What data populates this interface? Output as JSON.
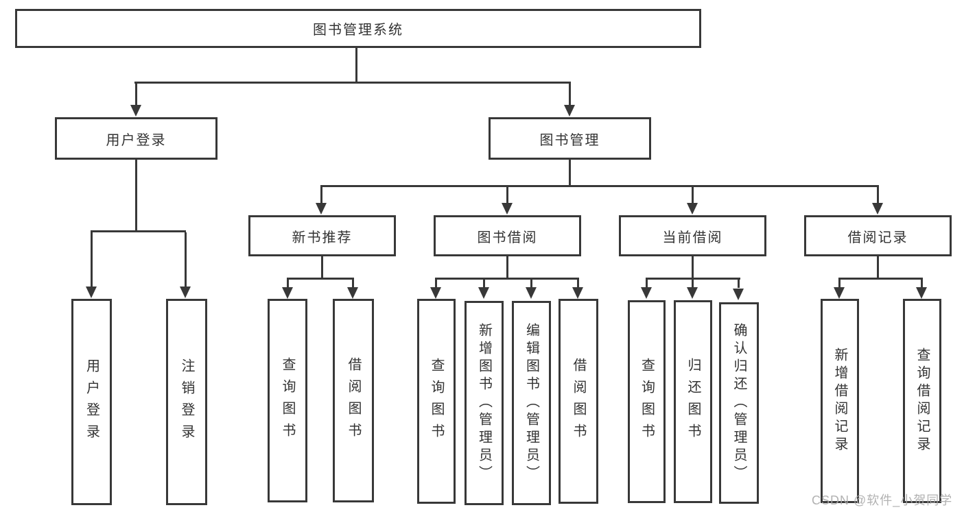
{
  "diagram": {
    "root": {
      "label": "图书管理系统"
    },
    "level2": [
      {
        "label": "用户登录"
      },
      {
        "label": "图书管理"
      }
    ],
    "level3": [
      {
        "label": "新书推荐"
      },
      {
        "label": "图书借阅"
      },
      {
        "label": "当前借阅"
      },
      {
        "label": "借阅记录"
      }
    ],
    "leaves": {
      "login": [
        {
          "label": "用户登录"
        },
        {
          "label": "注销登录"
        }
      ],
      "recommend": [
        {
          "label": "查询图书"
        },
        {
          "label": "借阅图书"
        }
      ],
      "borrow": [
        {
          "label": "查询图书"
        },
        {
          "label": "新增图书（管理员）"
        },
        {
          "label": "编辑图书（管理员）"
        },
        {
          "label": "借阅图书"
        }
      ],
      "current": [
        {
          "label": "查询图书"
        },
        {
          "label": "归还图书"
        },
        {
          "label": "确认归还（管理员）"
        }
      ],
      "records": [
        {
          "label": "新增借阅记录"
        },
        {
          "label": "查询借阅记录"
        }
      ]
    },
    "watermark": "CSDN @软件_小贺同学",
    "colors": {
      "line": "#383838",
      "text": "#333333",
      "background": "#ffffff",
      "watermark": "#aaaaaa"
    }
  }
}
